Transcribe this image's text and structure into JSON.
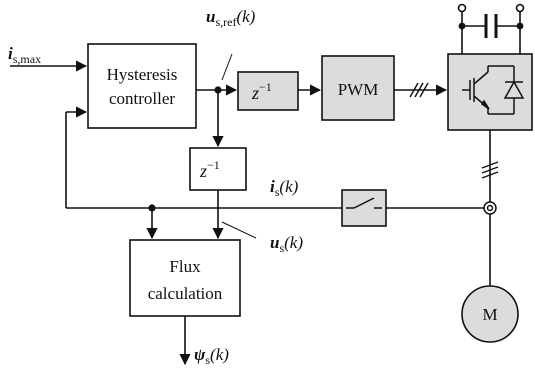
{
  "blocks": {
    "hysteresis_line1": "Hysteresis",
    "hysteresis_line2": "controller",
    "delay_symbol": "z",
    "delay_exponent": "−1",
    "pwm": "PWM",
    "flux_line1": "Flux",
    "flux_line2": "calculation",
    "motor": "M"
  },
  "signals": {
    "i_max": {
      "symbol": "i",
      "sub": "s,max"
    },
    "u_ref": {
      "symbol": "u",
      "sub": "s,ref",
      "arg": "(k)"
    },
    "i_s": {
      "symbol": "i",
      "sub": "s",
      "arg": "(k)"
    },
    "u_s": {
      "symbol": "u",
      "sub": "s",
      "arg": "(k)"
    },
    "psi_s": {
      "symbol": "ψ",
      "sub": "s",
      "arg": "(k)"
    }
  },
  "colors": {
    "block_fill_gray": "#dcdcdc",
    "line": "#111111"
  }
}
